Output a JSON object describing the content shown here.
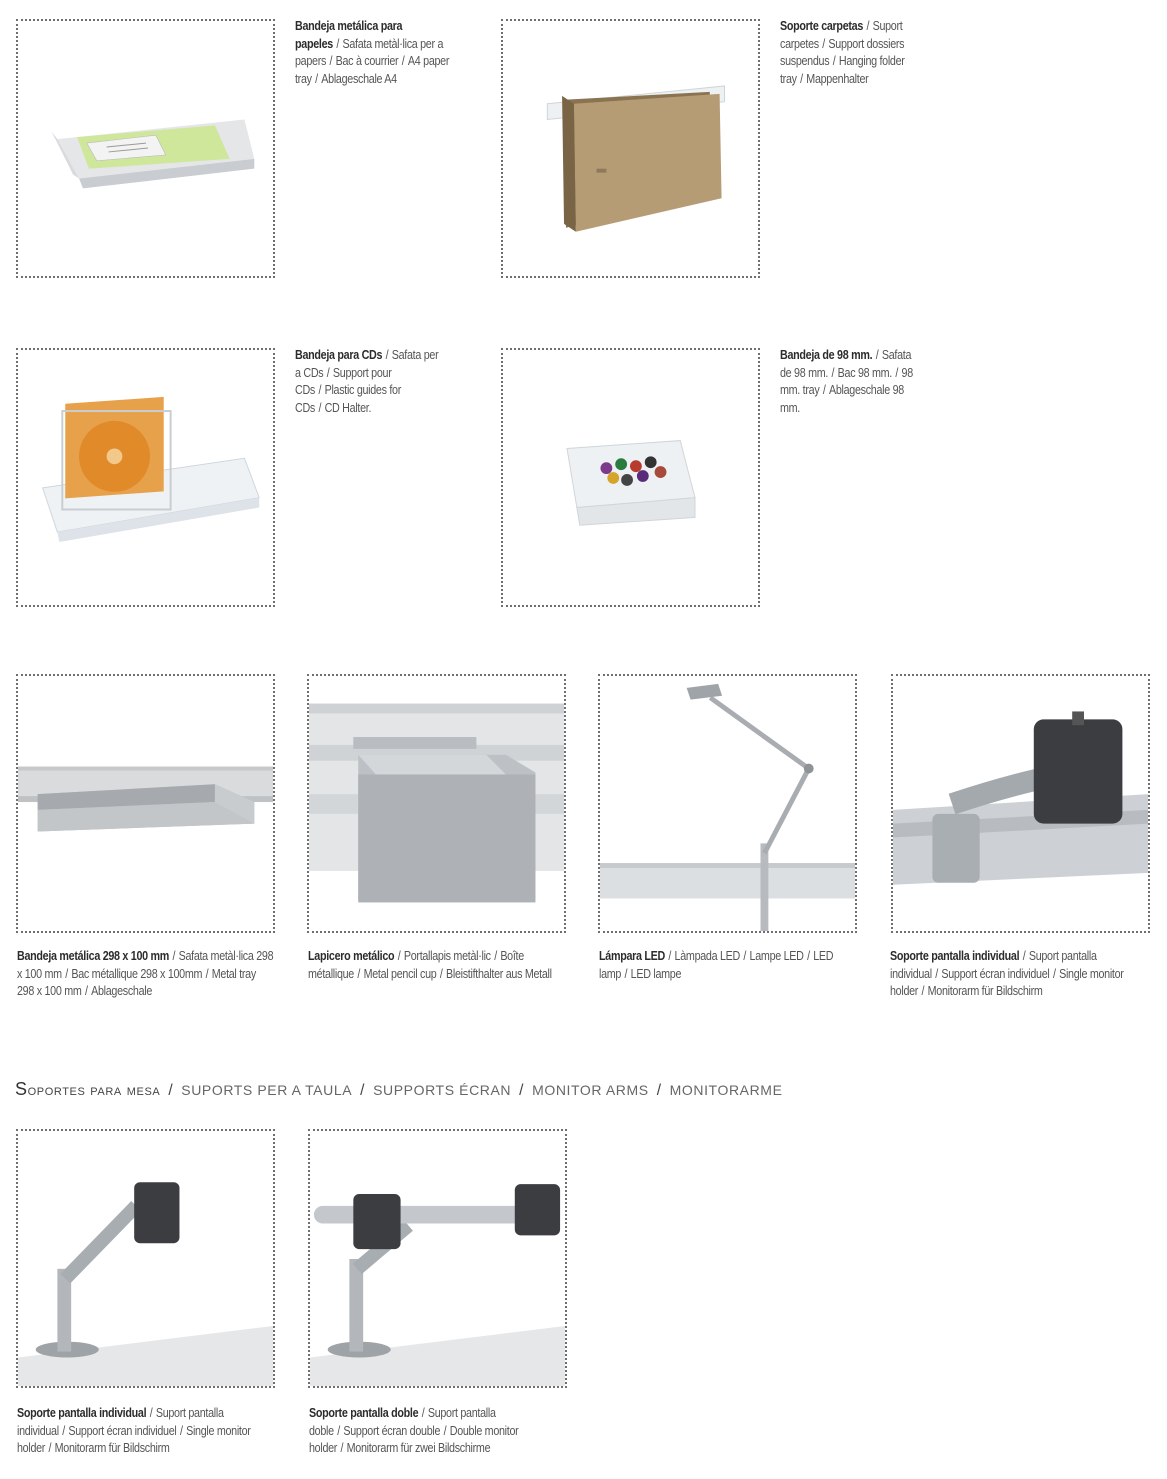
{
  "products": [
    {
      "id": "paper-tray",
      "name": "Bandeja metálica para papeles",
      "others": [
        "Safata metàl·lica per a papers",
        "Bac à courrier",
        "A4 paper tray",
        "Ablageschale A4"
      ]
    },
    {
      "id": "hanging-folder",
      "name": "Soporte carpetas",
      "others": [
        "Suport carpetes",
        "Support dossiers suspendus",
        "Hanging folder tray",
        "Mappenhalter"
      ]
    },
    {
      "id": "cd-tray",
      "name": "Bandeja para CDs",
      "others": [
        "Safata per a CDs",
        "Support pour CDs",
        "Plastic guides for CDs",
        "CD Halter."
      ]
    },
    {
      "id": "tray-98",
      "name": "Bandeja de 98 mm.",
      "others": [
        "Safata de 98 mm.",
        "Bac 98 mm.",
        "98 mm. tray",
        "Ablageschale 98 mm."
      ]
    },
    {
      "id": "metal-tray-298",
      "name": "Bandeja metálica 298 x 100 mm",
      "others": [
        "Safata metàl·lica 298 x 100 mm",
        "Bac métallique 298 x 100mm",
        "Metal tray 298 x 100 mm",
        "Ablageschale"
      ]
    },
    {
      "id": "pencil-cup",
      "name": "Lapicero metálico",
      "others": [
        "Portallapis metàl·lic",
        "Boîte métallique",
        "Metal pencil cup",
        "Bleistifthalter aus Metall"
      ]
    },
    {
      "id": "led-lamp",
      "name": "Lámpara LED",
      "others": [
        "Làmpada LED",
        "Lampe LED",
        "LED lamp",
        "LED lampe"
      ]
    },
    {
      "id": "single-monitor-rail",
      "name": "Soporte pantalla individual",
      "others": [
        "Suport pantalla individual",
        "Support écran individuel",
        "Single monitor holder",
        "Monitorarm für Bildschirm"
      ]
    },
    {
      "id": "single-monitor-desk",
      "name": "Soporte pantalla individual",
      "others": [
        "Suport pantalla individual",
        "Support écran individuel",
        "Single monitor holder",
        "Monitorarm für Bildschirm"
      ]
    },
    {
      "id": "double-monitor-desk",
      "name": "Soporte pantalla doble",
      "others": [
        "Suport pantalla doble",
        "Support écran double",
        "Double monitor holder",
        "Monitorarm für zwei Bildschirme"
      ]
    }
  ],
  "section": {
    "lead_initial": "S",
    "lead_rest": "oportes para mesa",
    "others": [
      "suports per a taula",
      "supports écran",
      "monitor arms",
      "monitorarme"
    ]
  },
  "separator": "/"
}
